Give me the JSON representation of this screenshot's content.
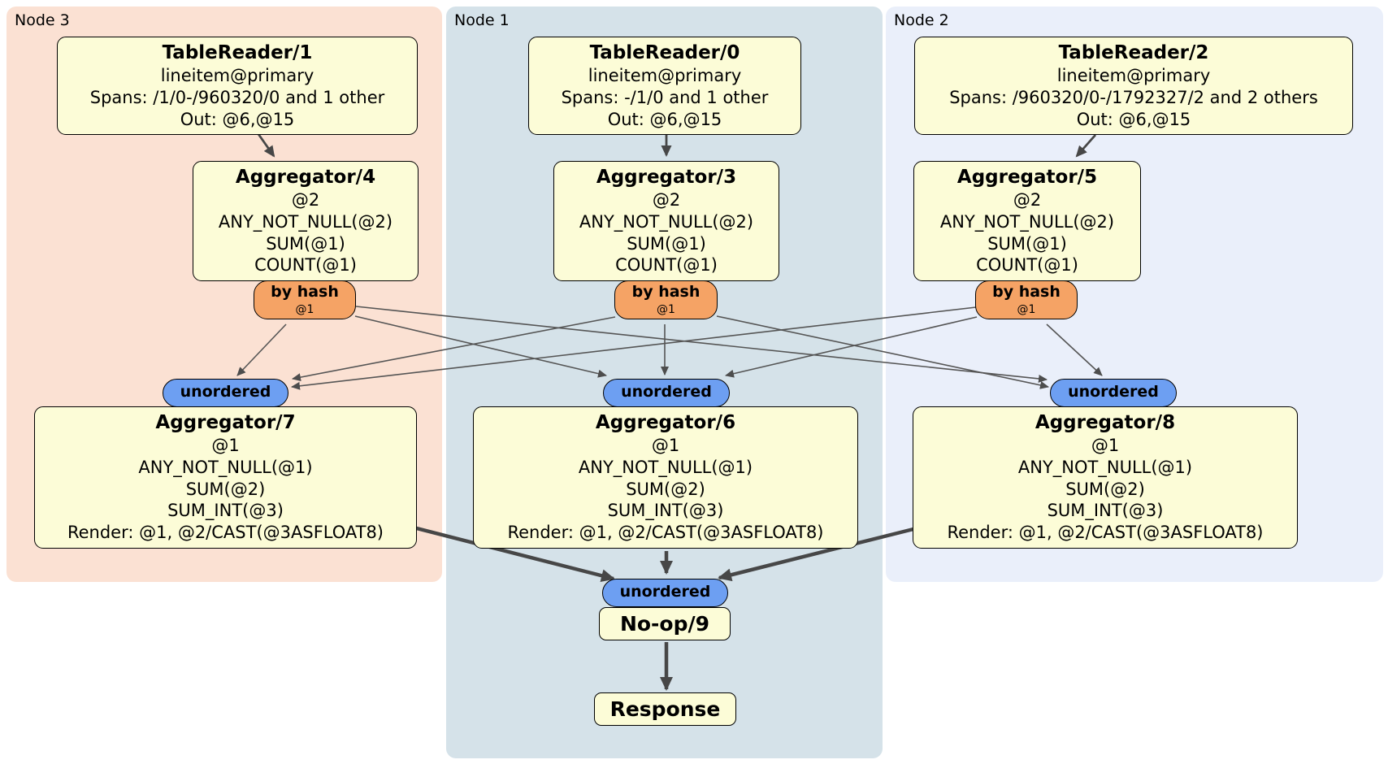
{
  "regions": [
    {
      "label": "Node 3"
    },
    {
      "label": "Node 1"
    },
    {
      "label": "Node 2"
    }
  ],
  "router": {
    "label": "by hash",
    "target": "@1"
  },
  "stream": {
    "unordered": "unordered"
  },
  "processors": {
    "tr1": {
      "title": "TableReader/1",
      "lines": [
        "lineitem@primary",
        "Spans: /1/0-/960320/0 and 1 other",
        "Out: @6,@15"
      ]
    },
    "tr0": {
      "title": "TableReader/0",
      "lines": [
        "lineitem@primary",
        "Spans: -/1/0 and 1 other",
        "Out: @6,@15"
      ]
    },
    "tr2": {
      "title": "TableReader/2",
      "lines": [
        "lineitem@primary",
        "Spans: /960320/0-/1792327/2 and 2 others",
        "Out: @6,@15"
      ]
    },
    "agg4": {
      "title": "Aggregator/4",
      "lines": [
        "@2",
        "ANY_NOT_NULL(@2)",
        "SUM(@1)",
        "COUNT(@1)"
      ]
    },
    "agg3": {
      "title": "Aggregator/3",
      "lines": [
        "@2",
        "ANY_NOT_NULL(@2)",
        "SUM(@1)",
        "COUNT(@1)"
      ]
    },
    "agg5": {
      "title": "Aggregator/5",
      "lines": [
        "@2",
        "ANY_NOT_NULL(@2)",
        "SUM(@1)",
        "COUNT(@1)"
      ]
    },
    "agg7": {
      "title": "Aggregator/7",
      "lines": [
        "@1",
        "ANY_NOT_NULL(@1)",
        "SUM(@2)",
        "SUM_INT(@3)",
        "Render: @1, @2/CAST(@3ASFLOAT8)"
      ]
    },
    "agg6": {
      "title": "Aggregator/6",
      "lines": [
        "@1",
        "ANY_NOT_NULL(@1)",
        "SUM(@2)",
        "SUM_INT(@3)",
        "Render: @1, @2/CAST(@3ASFLOAT8)"
      ]
    },
    "agg8": {
      "title": "Aggregator/8",
      "lines": [
        "@1",
        "ANY_NOT_NULL(@1)",
        "SUM(@2)",
        "SUM_INT(@3)",
        "Render: @1, @2/CAST(@3ASFLOAT8)"
      ]
    },
    "noop": {
      "title": "No-op/9"
    },
    "response": {
      "title": "Response"
    }
  },
  "colors": {
    "node3_bg": "#fbe1d3",
    "node1_bg": "#d5e2e9",
    "node2_bg": "#eaeffa",
    "processor_bg": "#fcfcd7",
    "router_bg": "#f5a365",
    "stream_bg": "#6d9ff2",
    "edge": "#4d4d4d"
  }
}
